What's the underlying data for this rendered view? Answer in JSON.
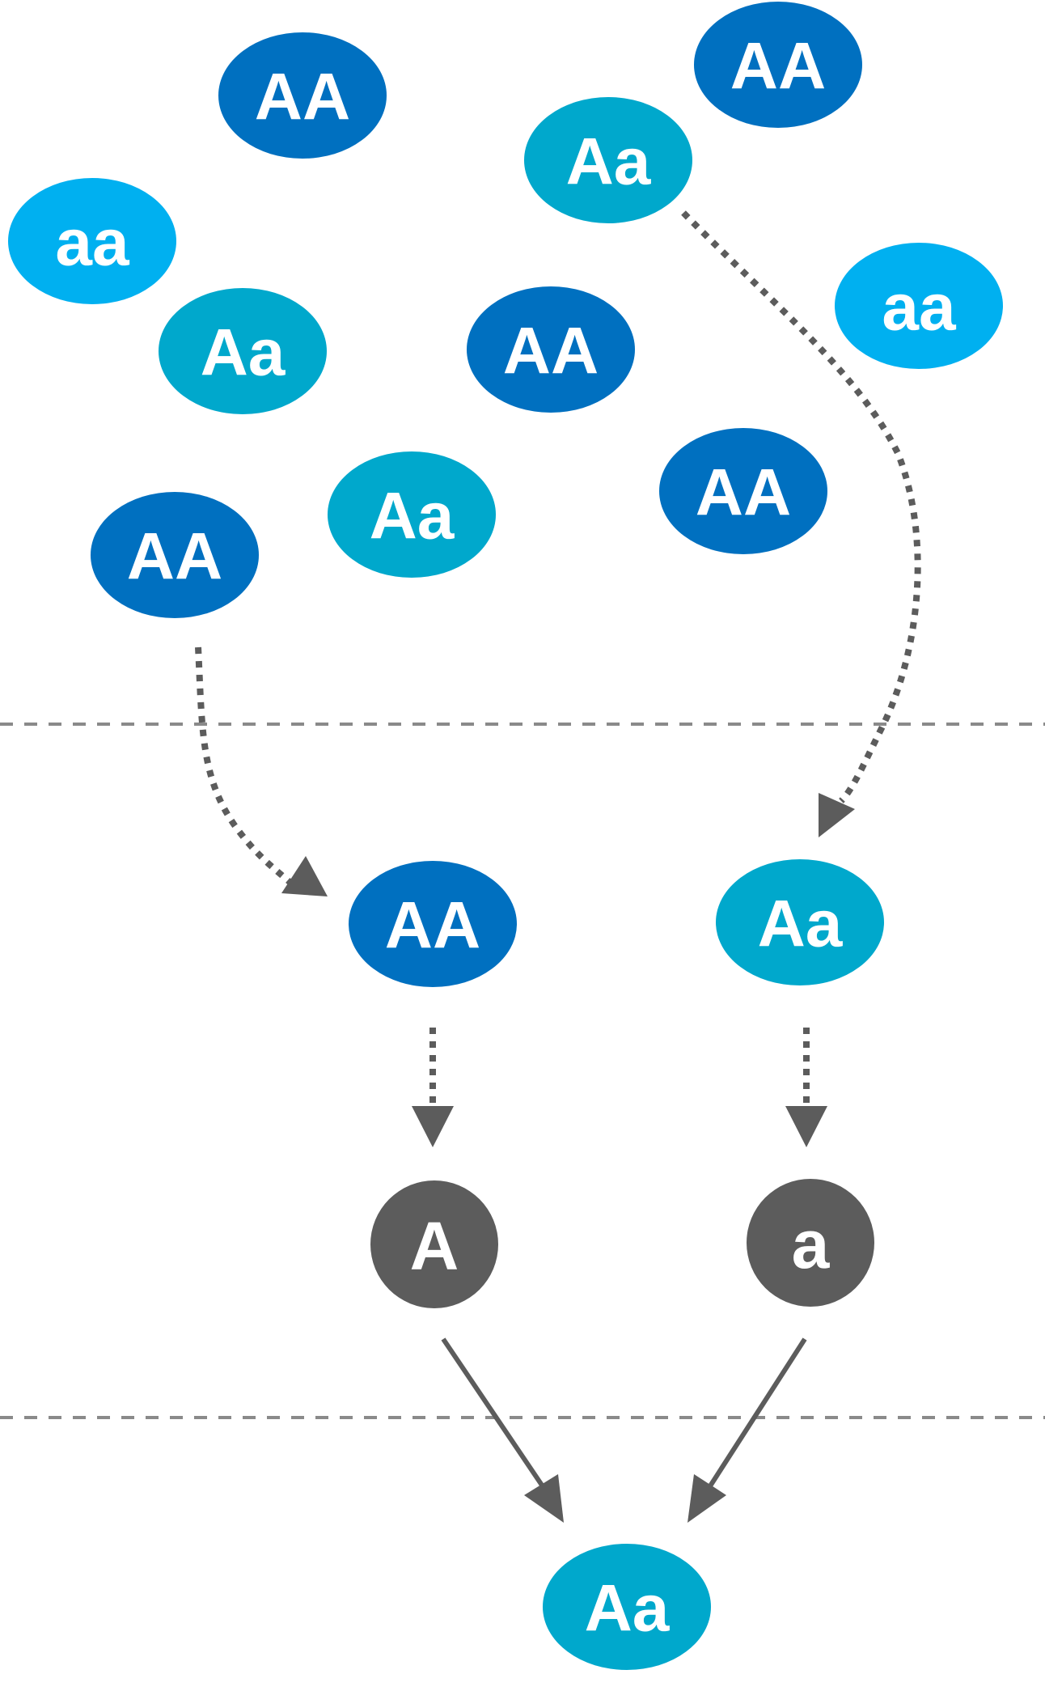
{
  "colors": {
    "AA": "#0070c0",
    "Aa": "#00a8cc",
    "aa": "#00b0f0",
    "gamete": "#5c5c5c"
  },
  "population": [
    {
      "genotype": "AA"
    },
    {
      "genotype": "AA"
    },
    {
      "genotype": "Aa"
    },
    {
      "genotype": "aa"
    },
    {
      "genotype": "Aa"
    },
    {
      "genotype": "AA"
    },
    {
      "genotype": "aa"
    },
    {
      "genotype": "AA"
    },
    {
      "genotype": "Aa"
    },
    {
      "genotype": "AA"
    }
  ],
  "parents": [
    {
      "genotype": "AA"
    },
    {
      "genotype": "Aa"
    }
  ],
  "gametes": [
    {
      "allele": "A"
    },
    {
      "allele": "a"
    }
  ],
  "offspring": {
    "genotype": "Aa"
  }
}
